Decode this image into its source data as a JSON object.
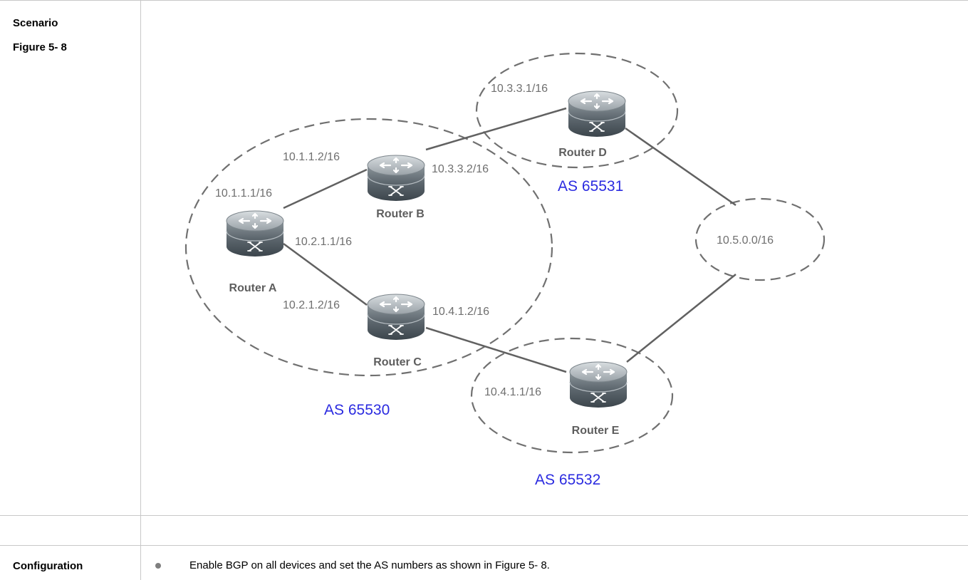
{
  "left_column": {
    "scenario_label": "Scenario",
    "figure_label": "Figure 5- 8",
    "configuration_label": "Configuration"
  },
  "configuration": {
    "bullet_text": "Enable BGP on all devices and set the AS numbers as shown in Figure 5- 8."
  },
  "diagram": {
    "routers": [
      {
        "name": "Router A"
      },
      {
        "name": "Router B"
      },
      {
        "name": "Router C"
      },
      {
        "name": "Router D"
      },
      {
        "name": "Router E"
      }
    ],
    "ip_labels": {
      "a_b": "10.1.1.1/16",
      "b_a": "10.1.1.2/16",
      "b_d": "10.3.3.2/16",
      "d_b": "10.3.3.1/16",
      "a_c": "10.2.1.1/16",
      "c_a": "10.2.1.2/16",
      "c_e": "10.4.1.2/16",
      "e_c": "10.4.1.1/16",
      "network": "10.5.0.0/16"
    },
    "as_labels": {
      "as65530": "AS 65530",
      "as65531": "AS 65531",
      "as65532": "AS 65532"
    },
    "as_color": "#2b2be0",
    "label_color": "#7a7a7a",
    "router_label_color": "#666666"
  }
}
